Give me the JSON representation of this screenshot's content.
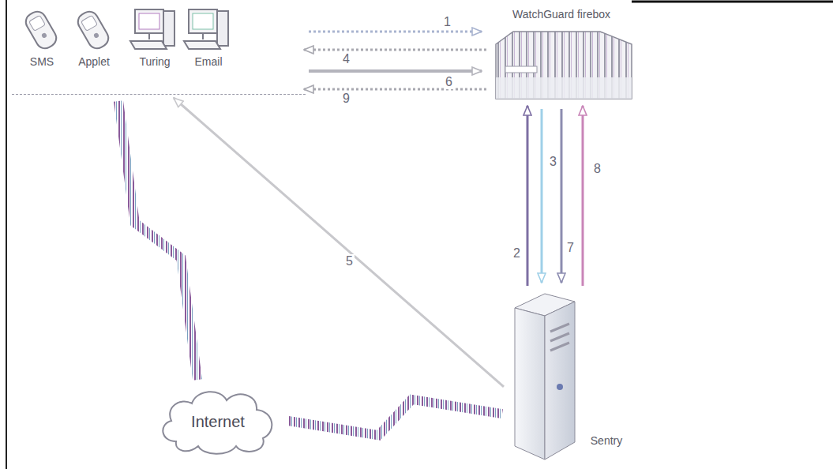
{
  "diagram": {
    "nodes": [
      {
        "text": [
          "SMS",
          "Applet",
          "Turing",
          "Email"
        ]
      },
      {
        "text": [
          "WatchGuard firebox"
        ]
      },
      {
        "text": [
          "Sentry"
        ]
      },
      {
        "text": [
          "Internet"
        ]
      }
    ],
    "edges": [
      {
        "from": 0,
        "to": 1,
        "arrow": "to",
        "label": "1"
      },
      {
        "from": 2,
        "to": 1,
        "arrow": "to",
        "label": "2"
      },
      {
        "from": 1,
        "to": 2,
        "arrow": "to",
        "label": "3"
      },
      {
        "from": 1,
        "to": 0,
        "arrow": "to",
        "label": "4"
      },
      {
        "from": 2,
        "to": 0,
        "arrow": "to",
        "label": "5"
      },
      {
        "from": 0,
        "to": 1,
        "arrow": "to",
        "label": "6"
      },
      {
        "from": 1,
        "to": 2,
        "arrow": "to",
        "label": "7"
      },
      {
        "from": 2,
        "to": 1,
        "arrow": "to",
        "label": "8"
      },
      {
        "from": 1,
        "to": 0,
        "arrow": "to",
        "label": "9"
      },
      {
        "from": 3,
        "to": 0,
        "arrow": "none"
      },
      {
        "from": 3,
        "to": 2,
        "arrow": "none"
      }
    ]
  }
}
